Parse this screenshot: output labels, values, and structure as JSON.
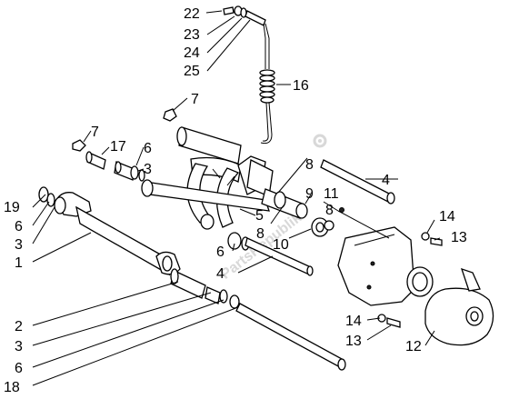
{
  "watermark": "PartsRepublik",
  "callouts": {
    "c22": "22",
    "c23": "23",
    "c24": "24",
    "c25": "25",
    "c16": "16",
    "c7a": "7",
    "c7b": "7",
    "c17": "17",
    "c6a": "6",
    "c3a": "3",
    "c8a": "8",
    "c4a": "4",
    "c9": "9",
    "c11": "11",
    "c5": "5",
    "c8b": "8",
    "c8c": "8",
    "c10": "10",
    "c19": "19",
    "c6b": "6",
    "c3b": "3",
    "c1": "1",
    "c6c": "6",
    "c4b": "4",
    "c14a": "14",
    "c13a": "13",
    "c2": "2",
    "c3c": "3",
    "c6d": "6",
    "c18": "18",
    "c14b": "14",
    "c13b": "13",
    "c12": "12"
  }
}
